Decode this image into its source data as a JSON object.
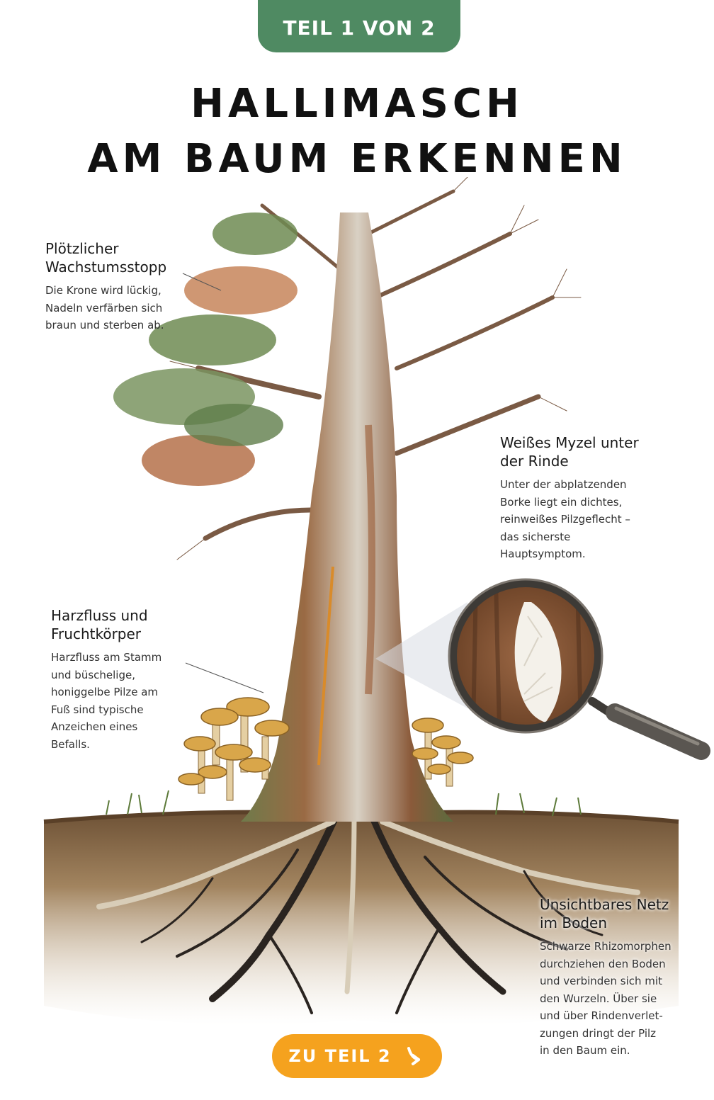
{
  "badge": {
    "label": "TEIL 1 VON 2"
  },
  "title": {
    "line1": "HALLIMASCH",
    "line2": "AM BAUM ERKENNEN"
  },
  "callouts": [
    {
      "title_line1": "Plötzlicher",
      "title_line2": "Wachstumsstopp",
      "text": [
        "Die Krone wird lückig,",
        "Nadeln verfärben sich",
        "braun und sterben ab."
      ]
    },
    {
      "title_line1": "Weißes Myzel unter",
      "title_line2": "der Rinde",
      "text": [
        "Unter der abplatzenden",
        "Borke liegt ein dichtes,",
        "reinweißes Pilzgeflecht –",
        "das sicherste",
        "Hauptsymptom."
      ]
    },
    {
      "title_line1": "Harzfluss und",
      "title_line2": "Fruchtkörper",
      "text": [
        "Harzfluss am Stamm",
        "und büschelige,",
        "honiggelbe Pilze am",
        "Fuß sind typische",
        "Anzeichen eines",
        "Befalls."
      ]
    },
    {
      "title_line1": "Unsichtbares Netz",
      "title_line2": "im Boden",
      "text": [
        "Schwarze Rhizomorphen",
        "durchziehen den Boden",
        "und verbinden sich mit",
        "den Wurzeln. Über sie",
        "und über Rindenverlet-",
        "zungen dringt der Pilz",
        "in den Baum ein."
      ]
    }
  ],
  "cta": {
    "label": "ZU TEIL 2",
    "icon": "arrow-down-right-icon"
  },
  "colors": {
    "badge": "#4f8a62",
    "cta": "#f5a21e",
    "bark": "#8a5a3a",
    "needles": "#5f7d4a",
    "needles_dead": "#b0683f",
    "soil": "#8a6b4a",
    "mushroom": "#d9a64a"
  }
}
